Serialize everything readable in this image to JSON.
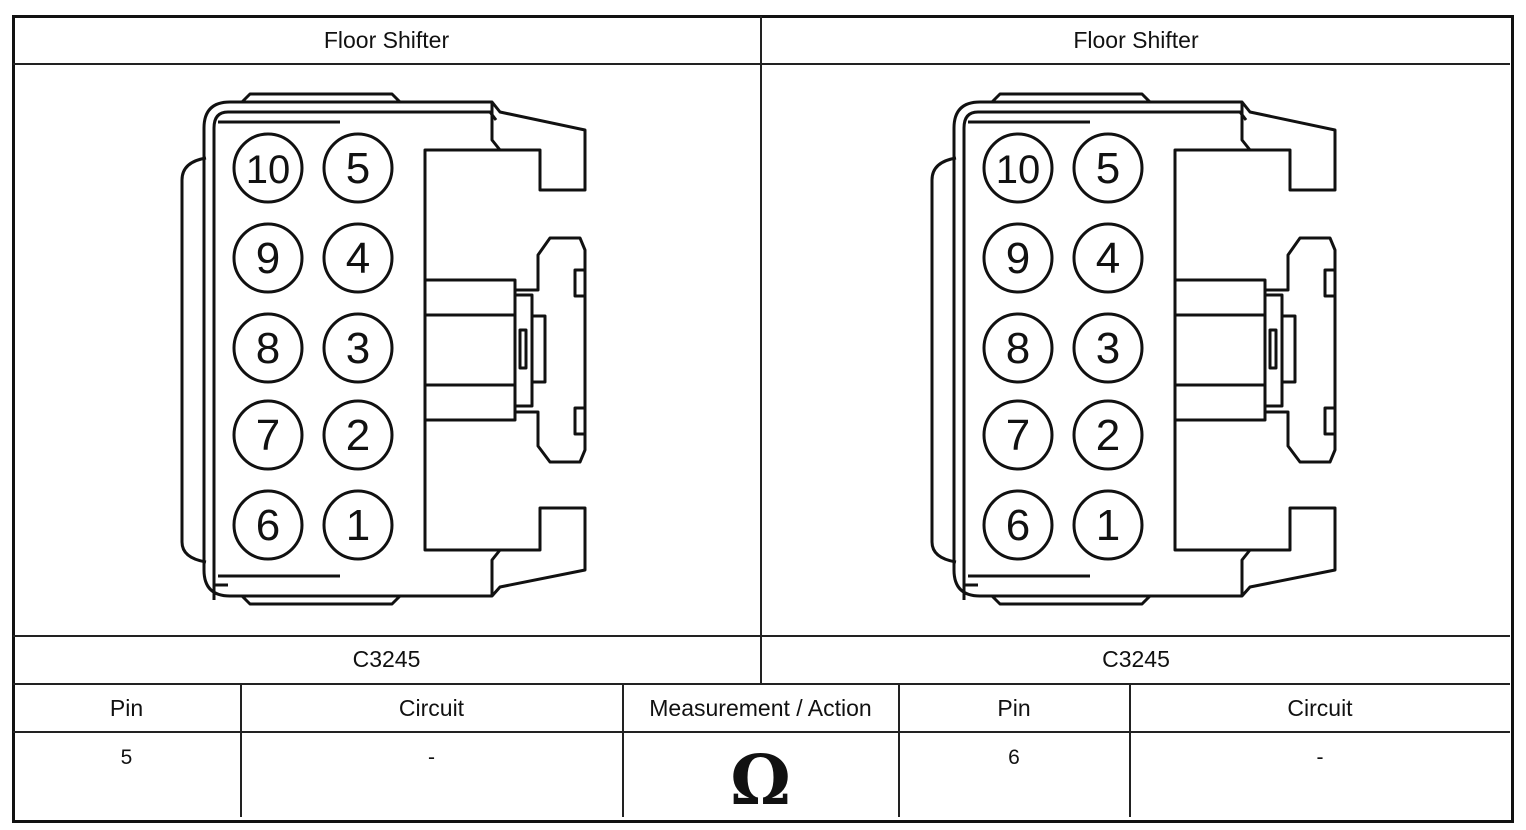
{
  "connectors": [
    {
      "title": "Floor Shifter",
      "connector_id": "C3245",
      "pins": {
        "row1": [
          "10",
          "5"
        ],
        "row2": [
          "9",
          "4"
        ],
        "row3": [
          "8",
          "3"
        ],
        "row4": [
          "7",
          "2"
        ],
        "row5": [
          "6",
          "1"
        ]
      }
    },
    {
      "title": "Floor Shifter",
      "connector_id": "C3245",
      "pins": {
        "row1": [
          "10",
          "5"
        ],
        "row2": [
          "9",
          "4"
        ],
        "row3": [
          "8",
          "3"
        ],
        "row4": [
          "7",
          "2"
        ],
        "row5": [
          "6",
          "1"
        ]
      }
    }
  ],
  "table": {
    "headers": {
      "pin_a": "Pin",
      "circuit_a": "Circuit",
      "measurement": "Measurement / Action",
      "pin_b": "Pin",
      "circuit_b": "Circuit"
    },
    "row": {
      "pin_a": "5",
      "circuit_a": "-",
      "measurement": "Ω",
      "pin_b": "6",
      "circuit_b": "-"
    }
  }
}
